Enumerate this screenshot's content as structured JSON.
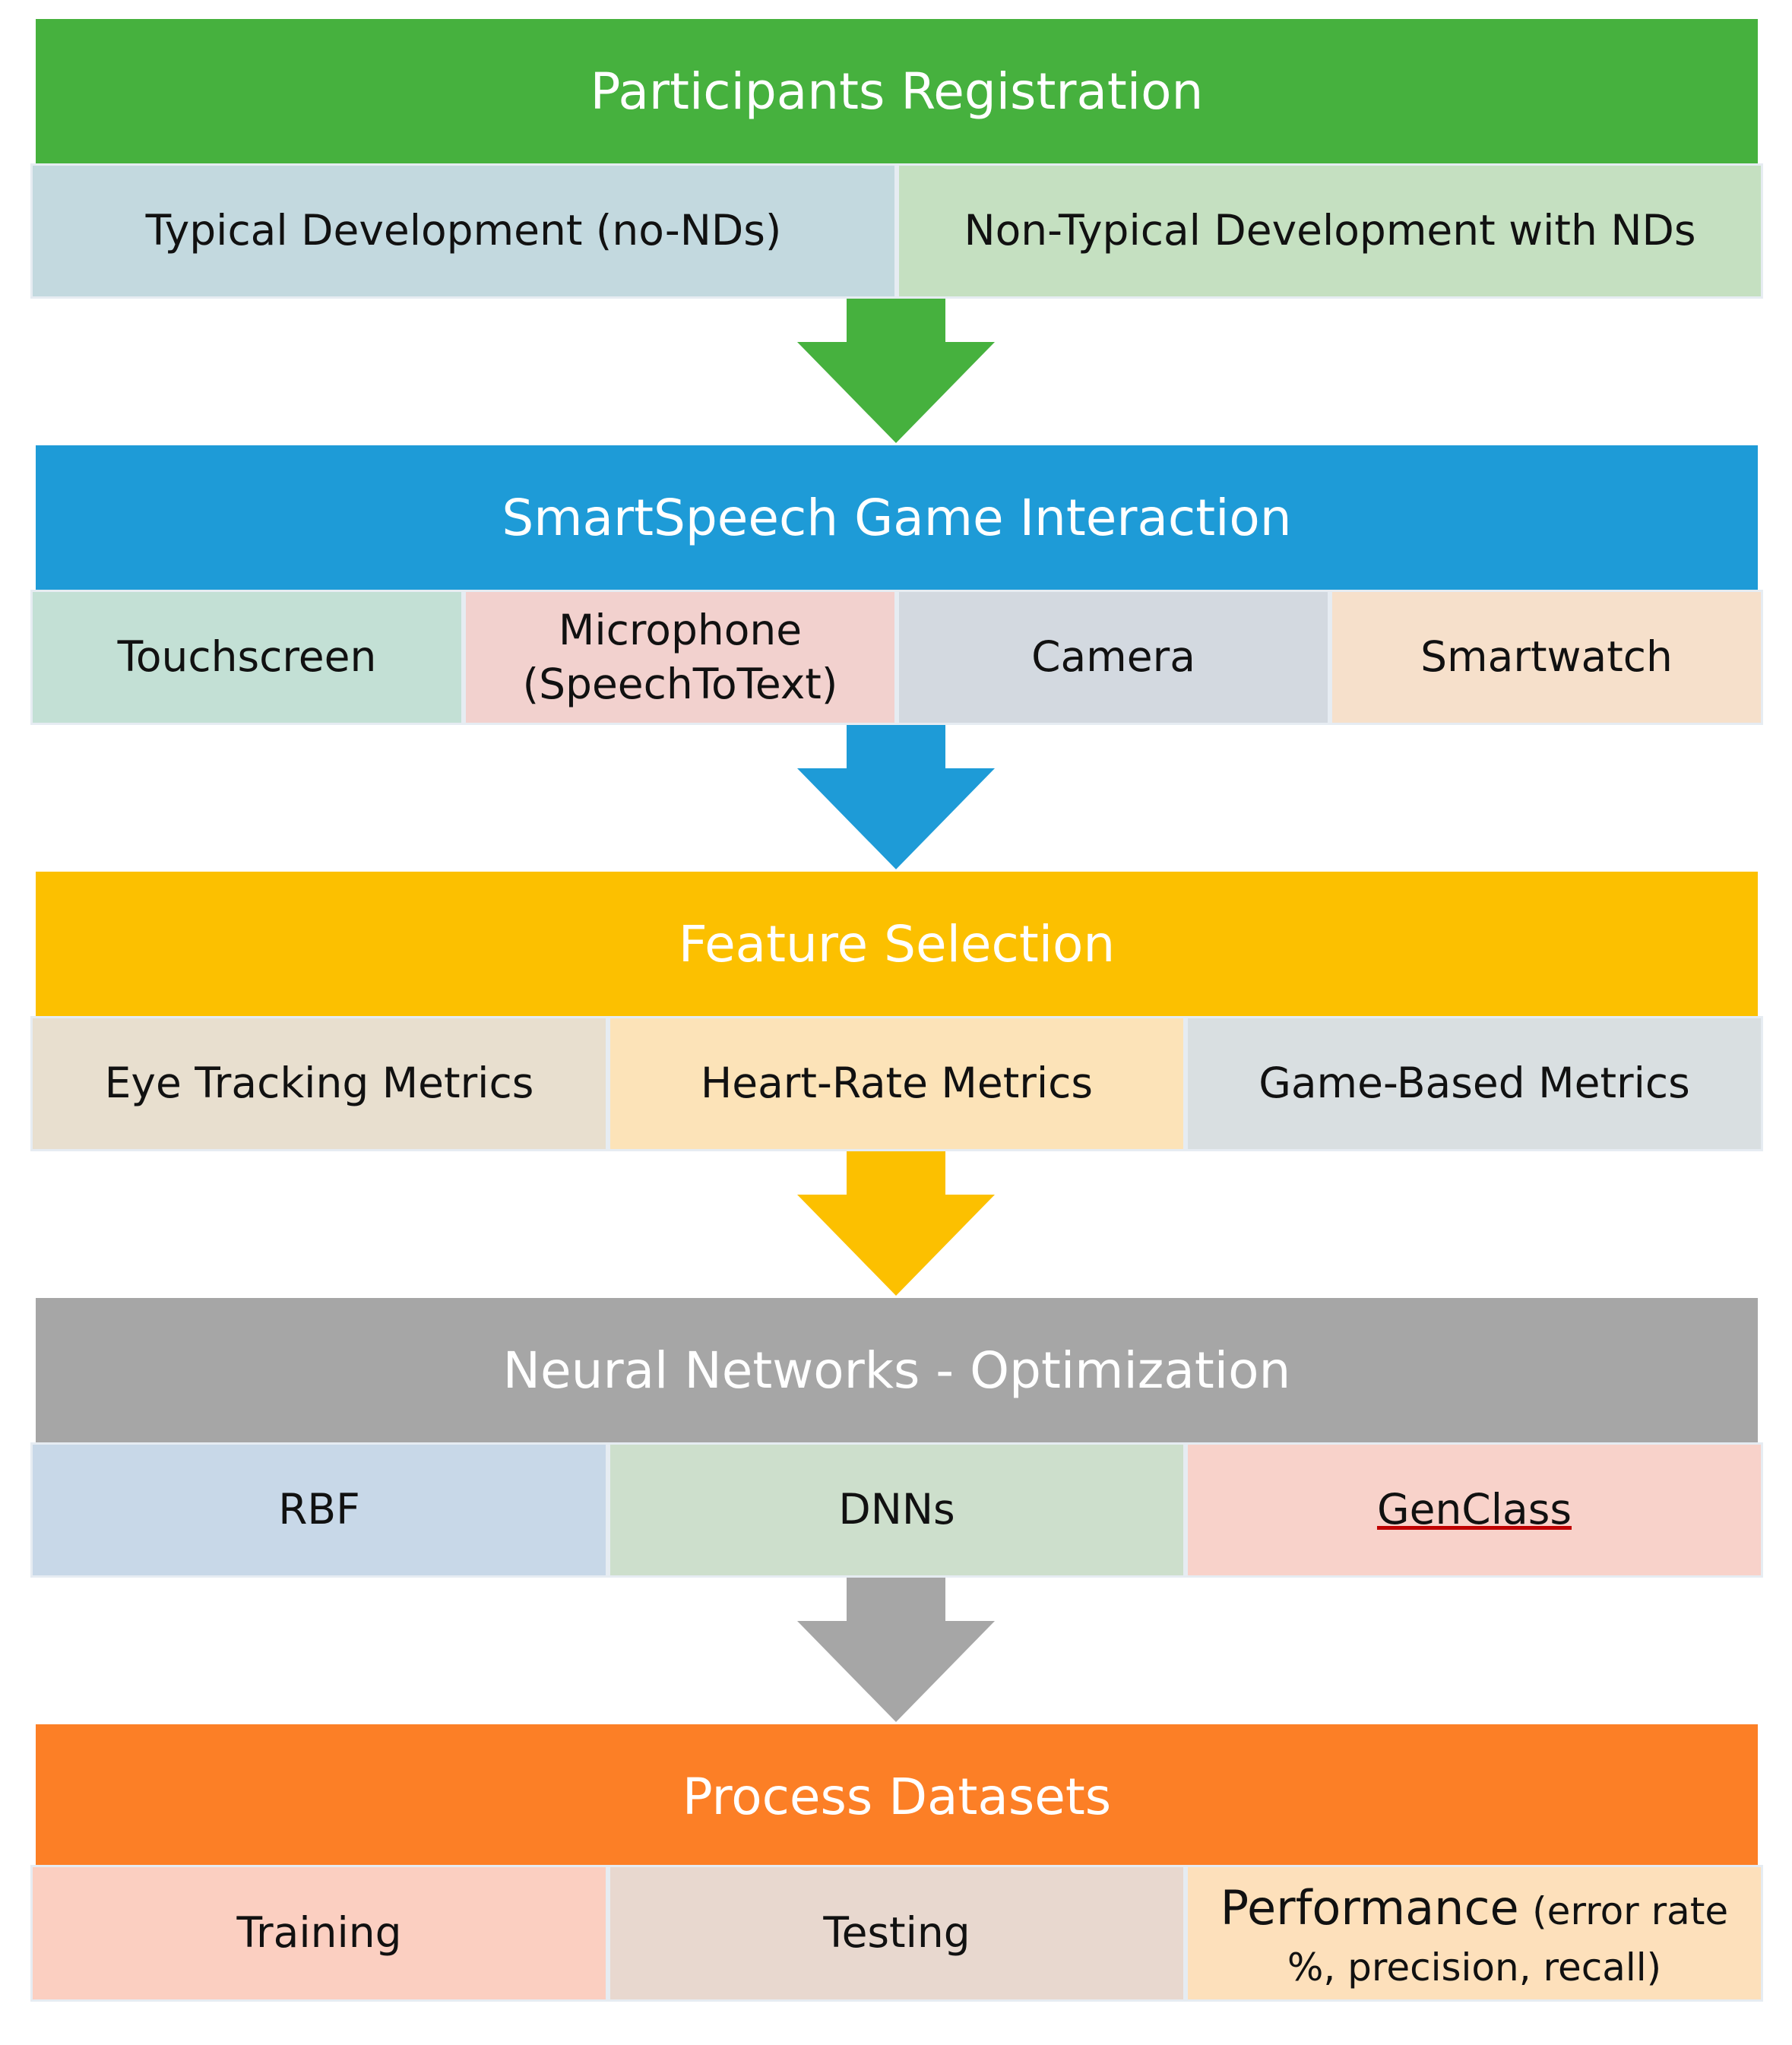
{
  "stages": [
    {
      "title": "Participants Registration",
      "color": "#46b13e",
      "items": [
        {
          "label": "Typical Development (no-NDs)",
          "color": "#c3d9df"
        },
        {
          "label": "Non-Typical Development with NDs",
          "color": "#c5e0c1"
        }
      ]
    },
    {
      "title": "SmartSpeech Game Interaction",
      "color": "#1e9bd7",
      "items": [
        {
          "label": "Touchscreen",
          "color": "#c3e0d5"
        },
        {
          "label": "Microphone (SpeechToText)",
          "color": "#f2d1ce"
        },
        {
          "label": "Camera",
          "color": "#d3d9e0"
        },
        {
          "label": "Smartwatch",
          "color": "#f6e0cb"
        }
      ]
    },
    {
      "title": "Feature Selection",
      "color": "#fcc000",
      "items": [
        {
          "label": "Eye Tracking Metrics",
          "color": "#e8dfcf"
        },
        {
          "label": "Heart-Rate Metrics",
          "color": "#fce3b8"
        },
        {
          "label": "Game-Based Metrics",
          "color": "#d9dfe1"
        }
      ]
    },
    {
      "title": "Neural Networks - Optimization",
      "color": "#a6a6a6",
      "items": [
        {
          "label": "RBF",
          "color": "#c8d8e8"
        },
        {
          "label": "DNNs",
          "color": "#cddfcc"
        },
        {
          "label": "GenClass",
          "color": "#f8d2ca"
        }
      ]
    },
    {
      "title": "Process Datasets",
      "color": "#fc7f26",
      "items": [
        {
          "label": "Training",
          "color": "#fbcfc1"
        },
        {
          "label": "Testing",
          "color": "#e8d8cf"
        },
        {
          "label": "Performance",
          "sublabel": "(error rate %, precision, recall)",
          "color": "#fde0bb"
        }
      ]
    }
  ]
}
